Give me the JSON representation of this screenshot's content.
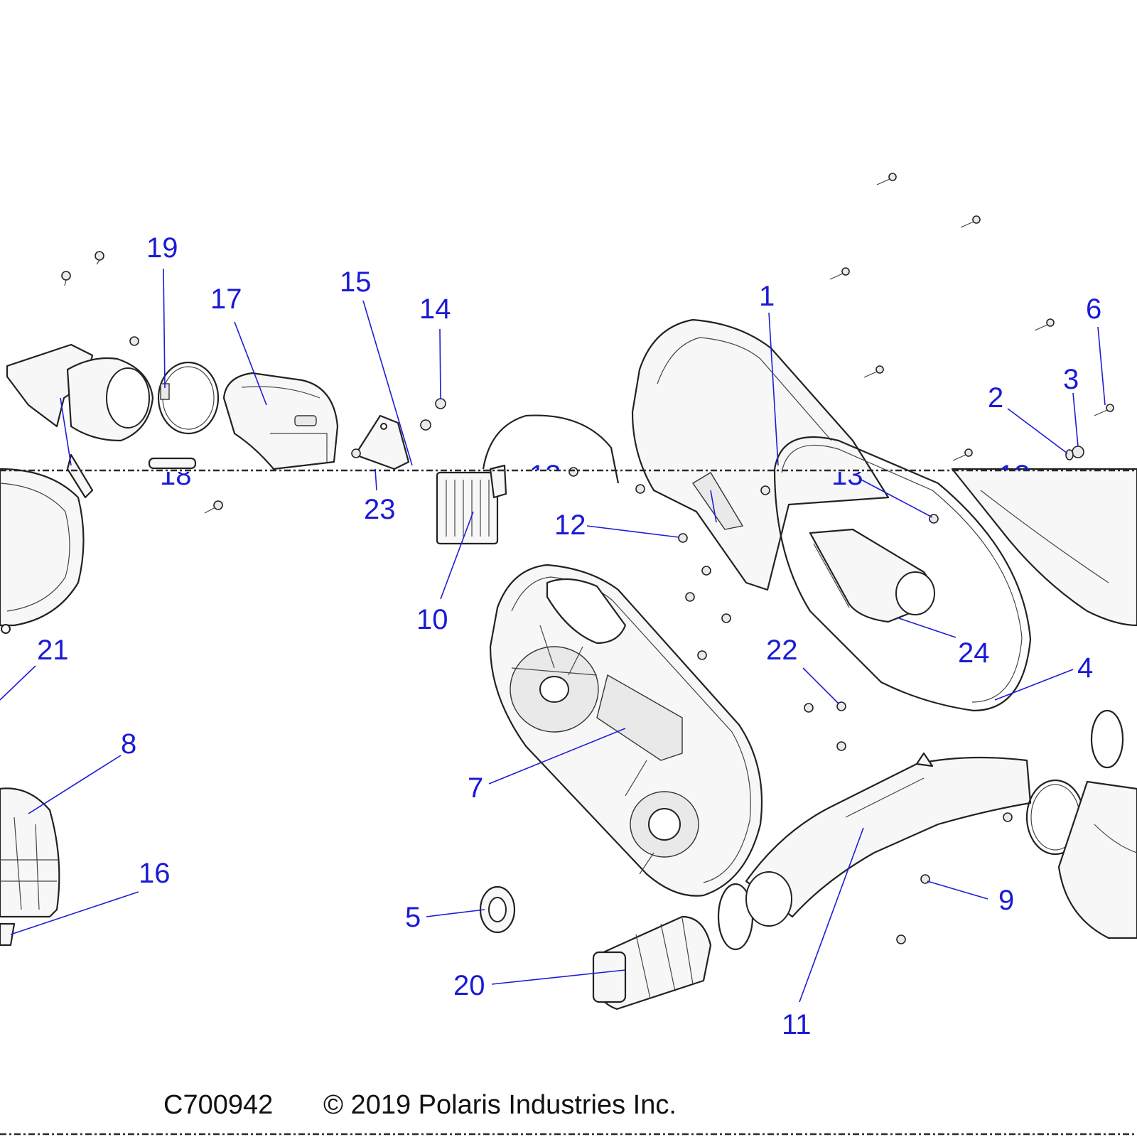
{
  "diagram": {
    "drawing_code": "C700942",
    "copyright": "© 2019 Polaris Industries Inc.",
    "callouts": [
      "1",
      "2",
      "3",
      "4",
      "5",
      "6",
      "7",
      "8",
      "9",
      "10",
      "11",
      "12",
      "13",
      "14",
      "15",
      "16",
      "17",
      "18",
      "19",
      "20",
      "21",
      "22",
      "23",
      "24"
    ]
  }
}
